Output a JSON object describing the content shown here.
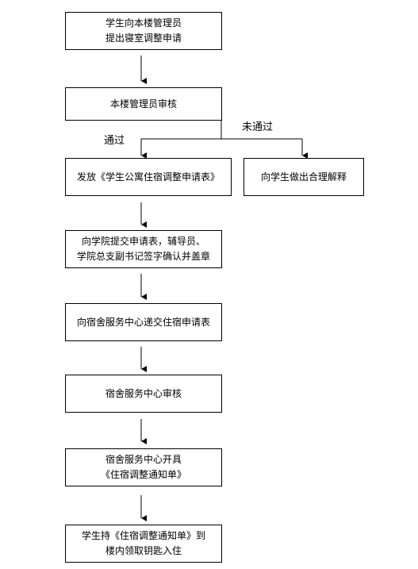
{
  "flowchart": {
    "step1": {
      "line1": "学生向本楼管理员",
      "line2": "提出寝室调整申请"
    },
    "step2": {
      "text": "本楼管理员审核"
    },
    "branch": {
      "pass_label": "通过",
      "fail_label": "未通过"
    },
    "step3_pass": {
      "text": "发放《学生公寓住宿调整申请表》"
    },
    "step3_fail": {
      "text": "向学生做出合理解释"
    },
    "step4": {
      "line1": "向学院提交申请表，辅导员、",
      "line2": "学院总支副书记签字确认并盖章"
    },
    "step5": {
      "text": "向宿舍服务中心递交住宿申请表"
    },
    "step6": {
      "text": "宿舍服务中心审核"
    },
    "step7": {
      "line1": "宿舍服务中心开具",
      "line2": "《住宿调整通知单》"
    },
    "step8": {
      "line1": "学生持《住宿调整通知单》到",
      "line2": "楼内领取钥匙入住"
    }
  }
}
